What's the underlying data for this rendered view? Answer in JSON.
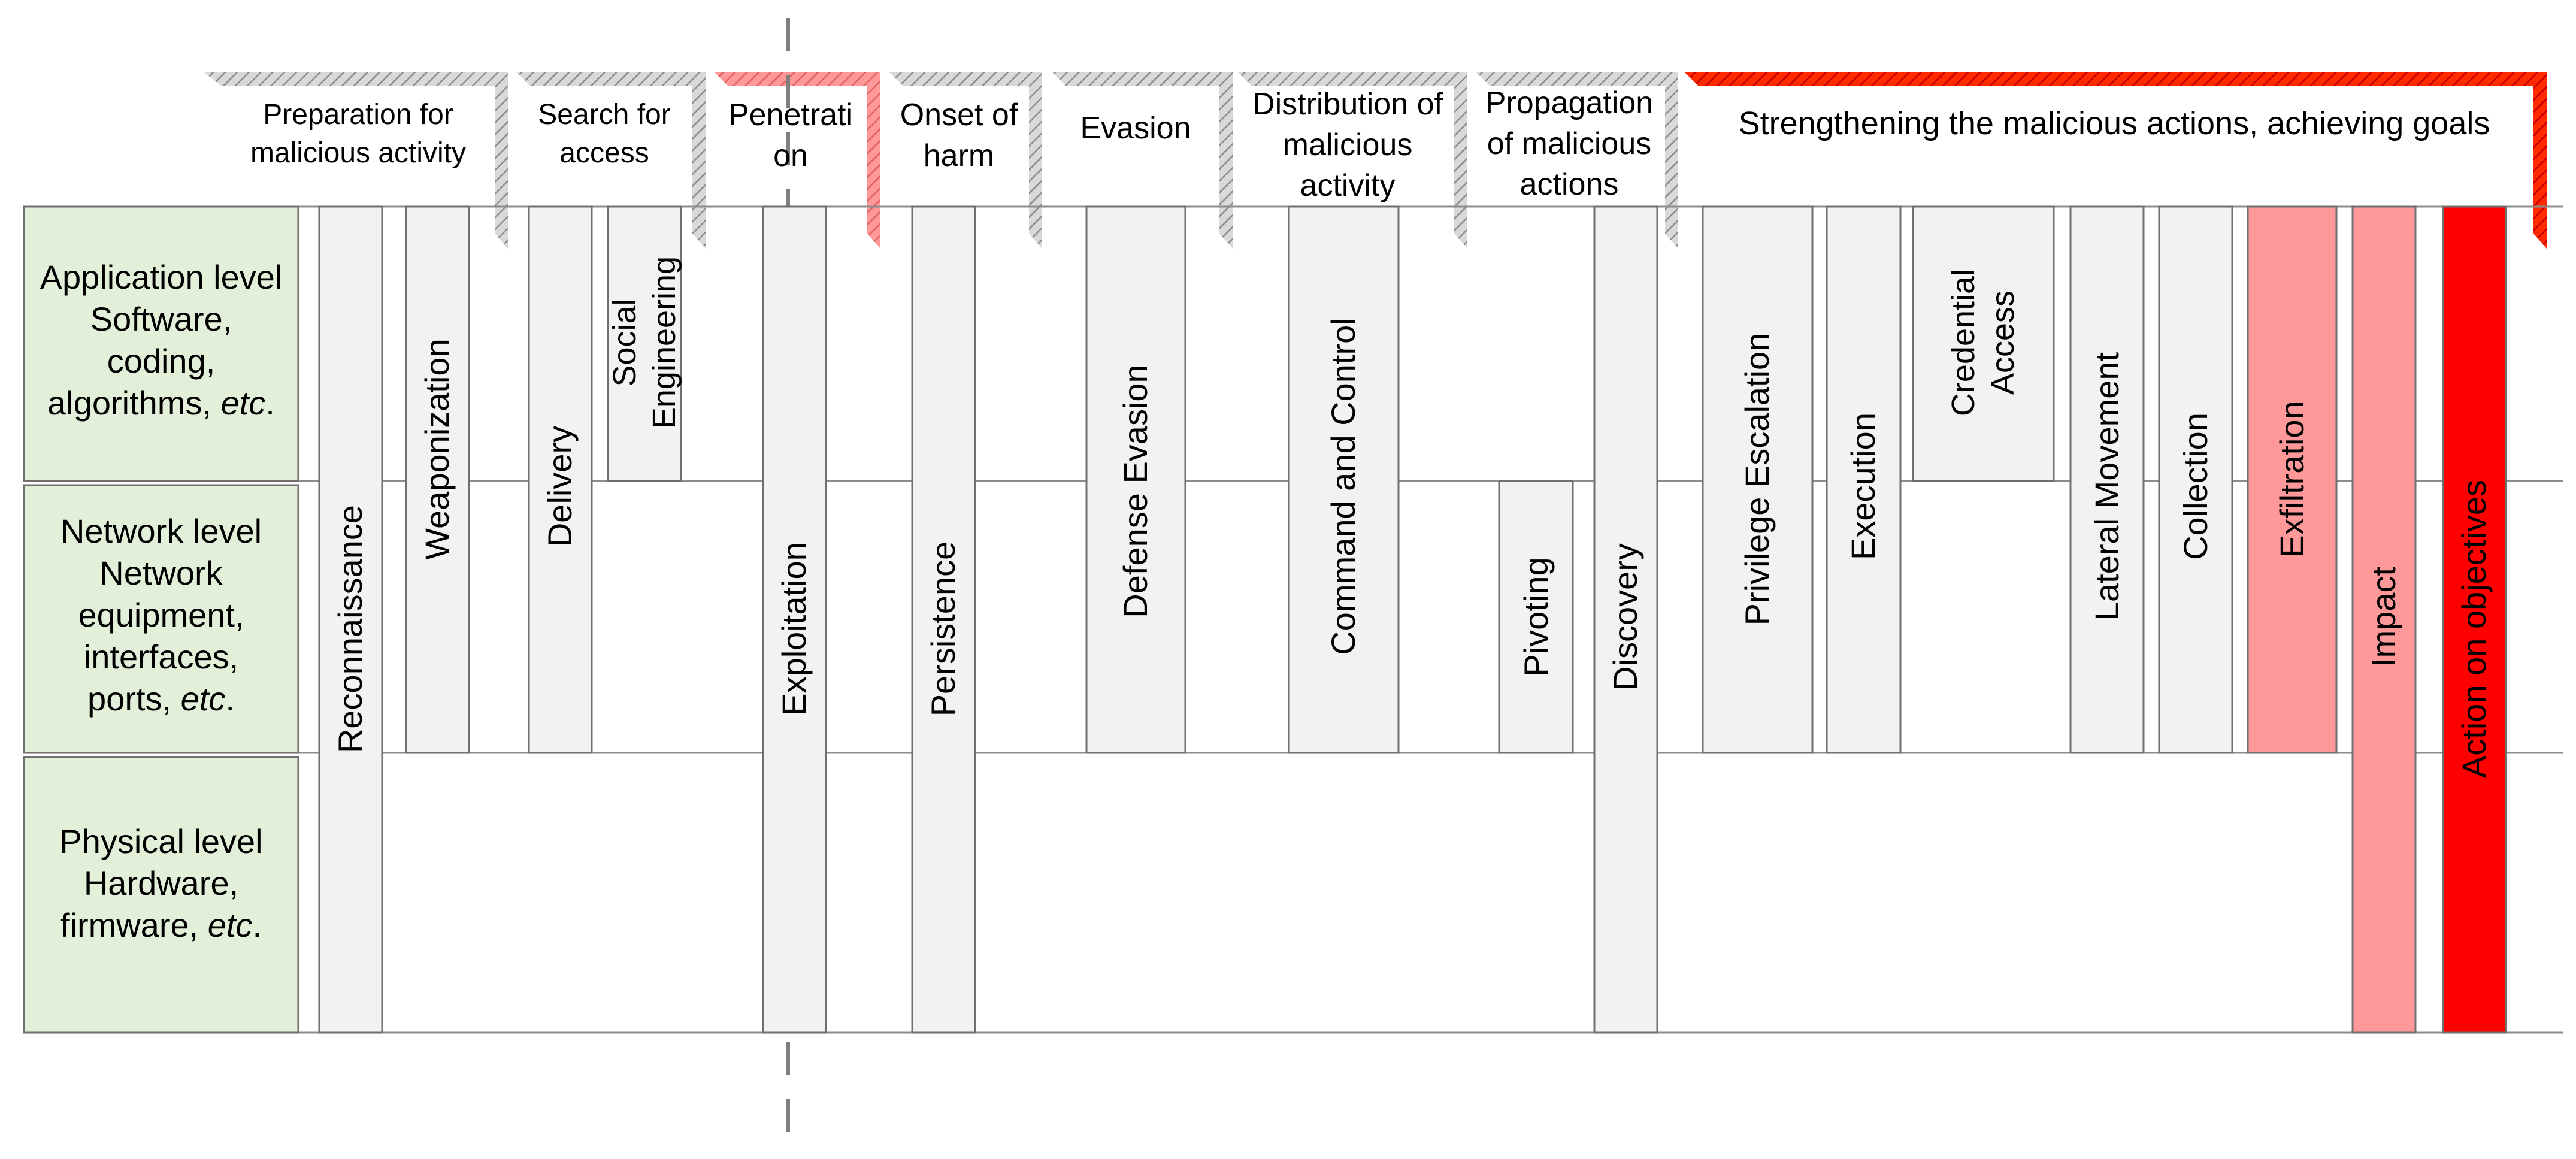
{
  "colors": {
    "level_fill": "#e2efd9",
    "column_fill": "#f2f2f2",
    "light_red": "#ff9999",
    "red": "#ff0000",
    "bracket_gray": "#aaaaaa"
  },
  "levels": [
    {
      "line1": "Application level",
      "line2": "Software,",
      "line3": "coding,",
      "line4": "algorithms,",
      "etc": "etc",
      "dot": "."
    },
    {
      "line1": "Network level",
      "line2": "Network",
      "line3": "equipment,",
      "line4": "interfaces,",
      "line5": "ports,",
      "etc": "etc",
      "dot": "."
    },
    {
      "line1": "Physical level",
      "line2": "Hardware,",
      "line3": "firmware,",
      "etc": "etc",
      "dot": "."
    }
  ],
  "phases": [
    {
      "line1": "Preparation for",
      "line2": "malicious activity"
    },
    {
      "line1": "Search for",
      "line2": "access"
    },
    {
      "line1": "Penetrati",
      "line2": "on"
    },
    {
      "line1": "Onset of",
      "line2": "harm"
    },
    {
      "line1": "Evasion"
    },
    {
      "line1": "Distribution of",
      "line2": "malicious",
      "line3": "activity"
    },
    {
      "line1": "Propagation",
      "line2": "of malicious",
      "line3": "actions"
    },
    {
      "line1": "Strengthening the malicious actions, achieving goals"
    }
  ],
  "tactics": [
    {
      "label": "Reconnaissance"
    },
    {
      "label": "Weaponization"
    },
    {
      "label": "Delivery"
    },
    {
      "line1": "Social",
      "line2": "Engineering"
    },
    {
      "label": "Exploitation"
    },
    {
      "label": "Persistence"
    },
    {
      "label": "Defense Evasion"
    },
    {
      "label": "Command and Control"
    },
    {
      "label": "Pivoting"
    },
    {
      "label": "Discovery"
    },
    {
      "label": "Privilege Escalation"
    },
    {
      "label": "Execution"
    },
    {
      "line1": "Credential",
      "line2": "Access"
    },
    {
      "label": "Lateral Movement"
    },
    {
      "label": "Collection"
    },
    {
      "label": "Exfiltration"
    },
    {
      "label": "Impact"
    },
    {
      "label": "Action on objectives"
    }
  ]
}
